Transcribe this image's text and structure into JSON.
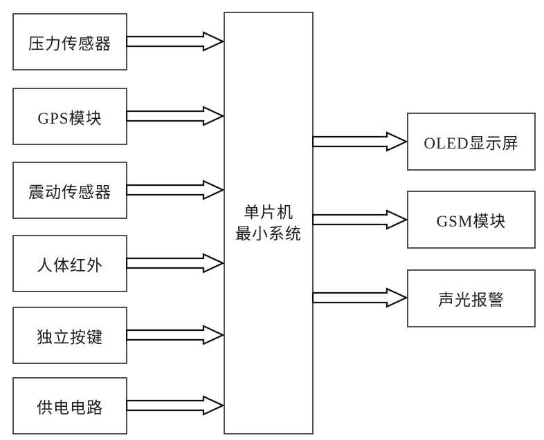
{
  "diagram": {
    "type": "block-diagram",
    "background_color": "#ffffff",
    "box_border_color": "#4f4f4f",
    "arrow_color": "#111111",
    "text_color": "#1c1c1c",
    "center_node": {
      "label": "单片机最小系统",
      "label_line1": "单片机",
      "label_line2": "最小系统"
    },
    "input_nodes": [
      {
        "label": "压力传感器"
      },
      {
        "label": "GPS模块"
      },
      {
        "label": "震动传感器"
      },
      {
        "label": "人体红外"
      },
      {
        "label": "独立按键"
      },
      {
        "label": "供电电路"
      }
    ],
    "output_nodes": [
      {
        "label": "OLED显示屏"
      },
      {
        "label": "GSM模块"
      },
      {
        "label": "声光报警"
      }
    ],
    "connections": [
      {
        "from": "压力传感器",
        "to": "单片机最小系统",
        "direction": "right"
      },
      {
        "from": "GPS模块",
        "to": "单片机最小系统",
        "direction": "right"
      },
      {
        "from": "震动传感器",
        "to": "单片机最小系统",
        "direction": "right"
      },
      {
        "from": "人体红外",
        "to": "单片机最小系统",
        "direction": "right"
      },
      {
        "from": "独立按键",
        "to": "单片机最小系统",
        "direction": "right"
      },
      {
        "from": "供电电路",
        "to": "单片机最小系统",
        "direction": "right"
      },
      {
        "from": "单片机最小系统",
        "to": "OLED显示屏",
        "direction": "right"
      },
      {
        "from": "单片机最小系统",
        "to": "GSM模块",
        "direction": "right"
      },
      {
        "from": "单片机最小系统",
        "to": "声光报警",
        "direction": "right"
      }
    ]
  }
}
